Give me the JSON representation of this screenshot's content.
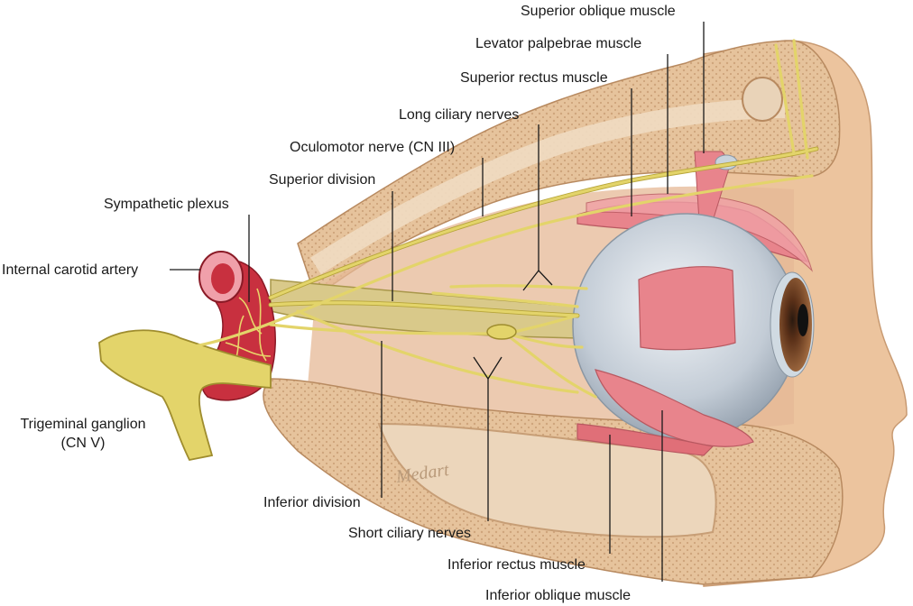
{
  "diagram": {
    "labels": {
      "superior_oblique": "Superior oblique muscle",
      "levator_palpebrae": "Levator palpebrae muscle",
      "superior_rectus": "Superior rectus muscle",
      "long_ciliary": "Long ciliary nerves",
      "oculomotor": "Oculomotor nerve (CN III)",
      "superior_division": "Superior division",
      "sympathetic_plexus": "Sympathetic plexus",
      "internal_carotid": "Internal carotid artery",
      "trigeminal_line1": "Trigeminal ganglion",
      "trigeminal_line2": "(CN V)",
      "inferior_division": "Inferior division",
      "short_ciliary": "Short ciliary nerves",
      "inferior_rectus": "Inferior rectus muscle",
      "inferior_oblique": "Inferior oblique muscle"
    },
    "signature": "Medart",
    "colors": {
      "bone": "#e9c9a4",
      "bone_inner": "#f0dcc2",
      "skin": "#ecc49e",
      "nerve": "#e3d46a",
      "nerve_dark": "#b7a53a",
      "muscle": "#e8848c",
      "artery": "#d23a4a",
      "eyeball": "#c9d3dc",
      "iris": "#7a4a2a"
    }
  }
}
